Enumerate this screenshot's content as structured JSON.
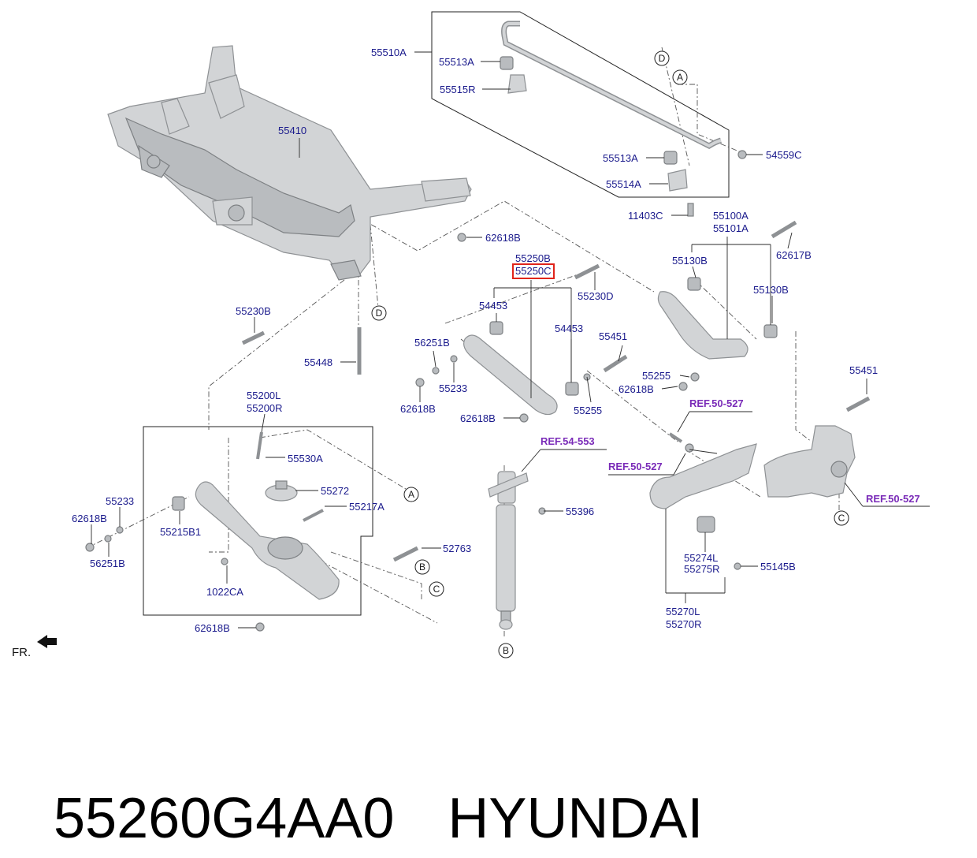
{
  "caption": {
    "part_number": "55260G4AA0",
    "brand": "HYUNDAI"
  },
  "diagram": {
    "orientation_label": "FR.",
    "highlighted_part": "55250C",
    "part_labels": [
      "55510A",
      "55513A",
      "55515R",
      "55513A",
      "55514A",
      "54559C",
      "55410",
      "11403C",
      "55100A",
      "55101A",
      "62617B",
      "62618B",
      "55250B",
      "55250C",
      "55230D",
      "55130B",
      "55130B",
      "54453",
      "54453",
      "55230B",
      "56251B",
      "55448",
      "55233",
      "62618B",
      "55451",
      "55255",
      "62618B",
      "62618B",
      "55255",
      "55451",
      "55200L",
      "55200R",
      "55530A",
      "55272",
      "55217A",
      "55233",
      "62618B",
      "55215B1",
      "56251B",
      "52763",
      "1022CA",
      "62618B",
      "55396",
      "55274L",
      "55275R",
      "55145B",
      "55270L",
      "55270R"
    ],
    "ref_labels": [
      "REF.50-527",
      "REF.54-553",
      "REF.50-527",
      "REF.50-527"
    ],
    "callouts": [
      "D",
      "A",
      "D",
      "A",
      "B",
      "C",
      "C",
      "B"
    ]
  }
}
